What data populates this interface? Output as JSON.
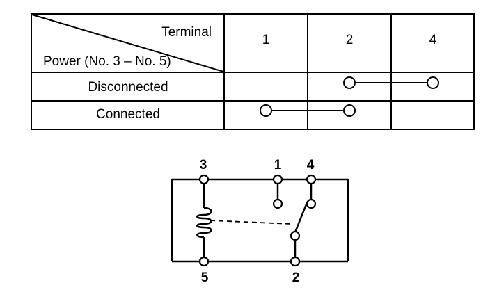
{
  "table": {
    "corner_top": "Terminal",
    "corner_bottom": "Power (No. 3 – No. 5)",
    "terminals": [
      "1",
      "2",
      "4"
    ],
    "rows": [
      {
        "label": "Disconnected",
        "continuity": [
          "2",
          "4"
        ]
      },
      {
        "label": "Connected",
        "continuity": [
          "1",
          "2"
        ]
      }
    ]
  },
  "schematic": {
    "terminals": [
      "3",
      "1",
      "4",
      "5",
      "2"
    ]
  }
}
